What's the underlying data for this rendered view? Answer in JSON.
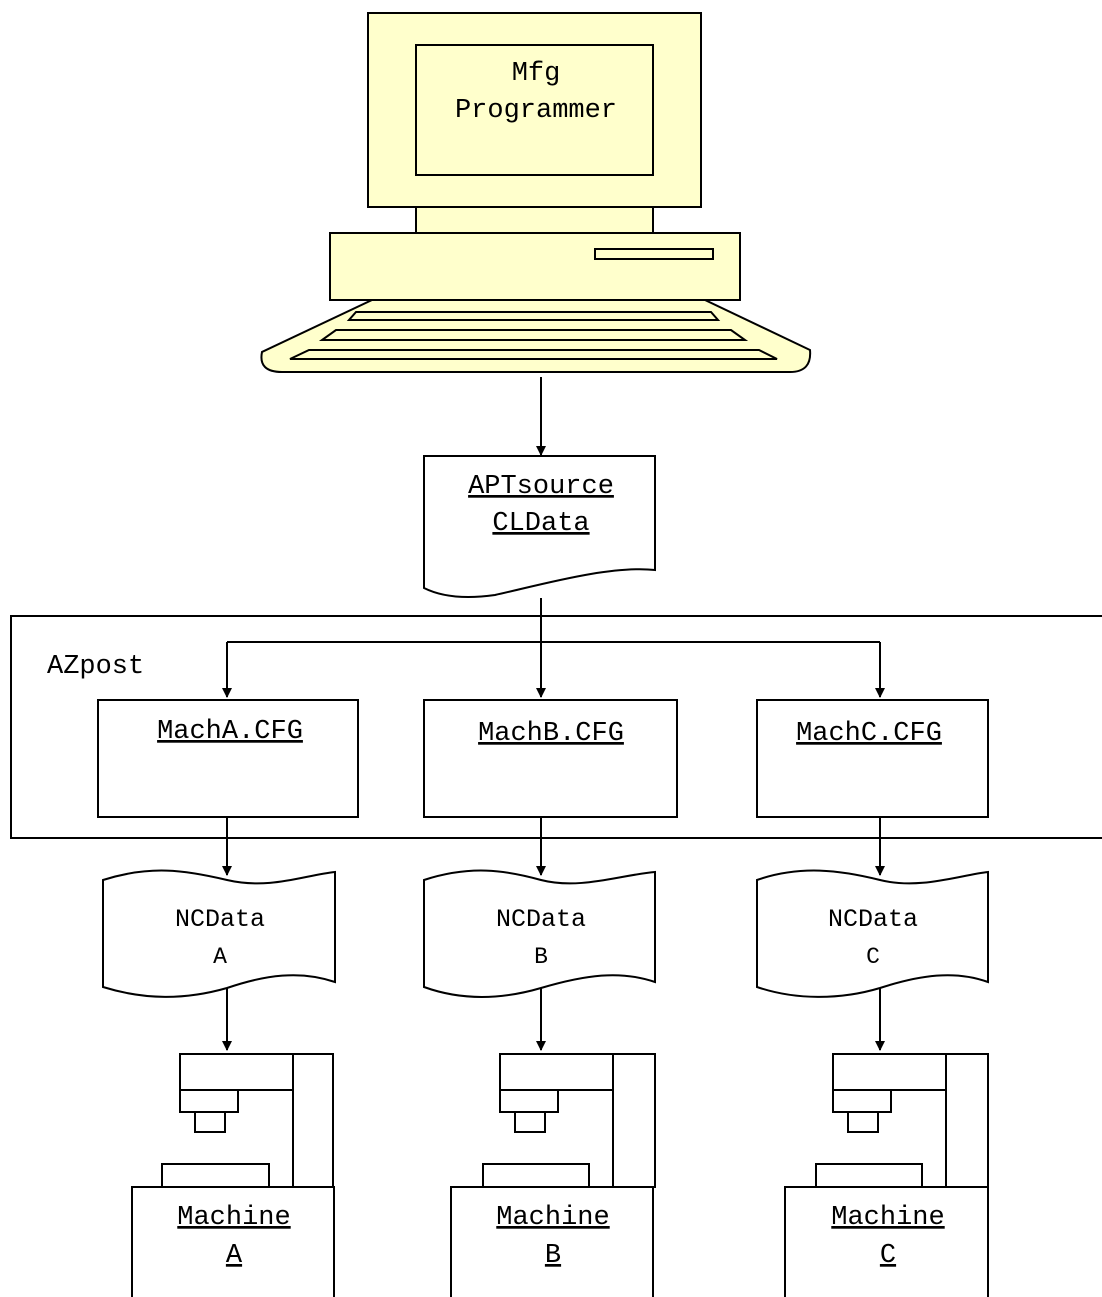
{
  "colors": {
    "computer_fill": "#FFFFCC",
    "stroke": "#000000",
    "spell_red": "#D42020",
    "spell_green": "#2F8F2F"
  },
  "programmer": {
    "line1": "Mfg",
    "line2": "Programmer"
  },
  "source_doc": {
    "line1": "APTsource",
    "line2": "CLData"
  },
  "postprocessor": {
    "label": "AZpost"
  },
  "configs": [
    {
      "label": "MachA.CFG"
    },
    {
      "label": "MachB.CFG"
    },
    {
      "label": "MachC.CFG"
    }
  ],
  "nc_outputs": [
    {
      "line1": "NCData",
      "line2": "A"
    },
    {
      "line1": "NCData",
      "line2": "B"
    },
    {
      "line1": "NCData",
      "line2": "C"
    }
  ],
  "machines": [
    {
      "line1": "Machine",
      "line2": "A"
    },
    {
      "line1": "Machine",
      "line2": "B"
    },
    {
      "line1": "Machine",
      "line2": "C"
    }
  ]
}
